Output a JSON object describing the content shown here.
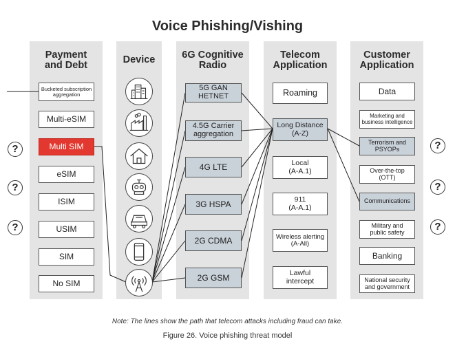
{
  "title": "Voice Phishing/Vishing",
  "columns": {
    "payment": "Payment\nand Debt",
    "device": "Device",
    "radio": "6G Cognitive\nRadio",
    "telecom": "Telecom\nApplication",
    "customer": "Customer\nApplication"
  },
  "payment_items": [
    "Bucketed subscription\naggregation",
    "Multi-eSIM",
    "Multi SIM",
    "eSIM",
    "ISIM",
    "USIM",
    "SIM",
    "No SIM"
  ],
  "device_icons": [
    "building-icon",
    "factory-icon",
    "house-icon",
    "robot-icon",
    "car-icon",
    "smartphone-icon",
    "antenna-icon"
  ],
  "radio_items": [
    "5G GAN\nHETNET",
    "4.5G Carrier\naggregation",
    "4G LTE",
    "3G HSPA",
    "2G CDMA",
    "2G GSM"
  ],
  "telecom_items": [
    "Roaming",
    "Long Distance\n(A-Z)",
    "Local\n(A-A.1)",
    "911\n(A-A.1)",
    "Wireless alerting\n(A-All)",
    "Lawful\nintercept"
  ],
  "customer_items": [
    "Data",
    "Marketing and\nbusiness intelligence",
    "Terrorism and\nPSYOPs",
    "Over-the-top\n(OTT)",
    "Communications",
    "Military and\npublic safety",
    "Banking",
    "National security\nand government"
  ],
  "question_mark": "?",
  "note": "Note: The lines show the path that telecom attacks including fraud can take.",
  "caption": "Figure 26. Voice phishing threat model",
  "colors": {
    "column_bg": "#e4e4e4",
    "highlight_red": "#e2382f",
    "selected_box": "#c9d1d9"
  }
}
